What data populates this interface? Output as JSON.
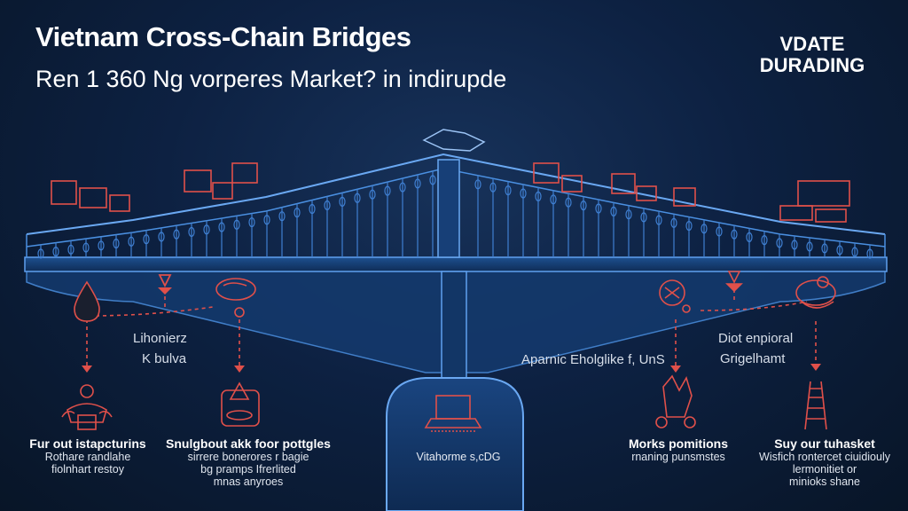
{
  "header": {
    "title": "Vietnam Cross-Chain Bridges",
    "subtitle": "Ren 1 360 Ng vorperes Market? in indirupde",
    "badge_line1": "VDATE",
    "badge_line2": "DURADING"
  },
  "labels": {
    "left_upper_1": "Lihonierz",
    "left_upper_2": "K bulva",
    "center_right": "Aparnic Eholglike f, UnS",
    "right_upper_1": "Diot enpioral",
    "right_upper_2": "Grigelhamt",
    "tower": "Vitahorme s,cDG"
  },
  "captions": [
    {
      "heading": "Fur out istapcturins",
      "line1": "Rothare randlahe",
      "line2": "fiolnhart restoy",
      "line3": ""
    },
    {
      "heading": "Snulgbout akk foor pottgles",
      "line1": "sirrere bonerores r bagie",
      "line2": "bg pramps Ifrerlited",
      "line3": "mnas anyroes"
    },
    {
      "heading": "Morks pomitions",
      "line1": "rnaning punsmstes",
      "line2": "",
      "line3": ""
    },
    {
      "heading": "Suy our tuhasket",
      "line1": "Wisfich rontercet ciuidiouly",
      "line2": "lermonitiet or",
      "line3": "minioks shane"
    }
  ],
  "colors": {
    "background": "#0d2142",
    "bridge_line": "#4a8fe0",
    "accent_red": "#e0504a",
    "text": "#ffffff"
  },
  "icons": [
    "droplet-icon",
    "arrow-down-icon",
    "hand-icon",
    "crowd-icon",
    "coin-stack-icon",
    "laptop-icon",
    "signpost-icon",
    "pin-icon",
    "fist-icon",
    "stairs-icon"
  ]
}
